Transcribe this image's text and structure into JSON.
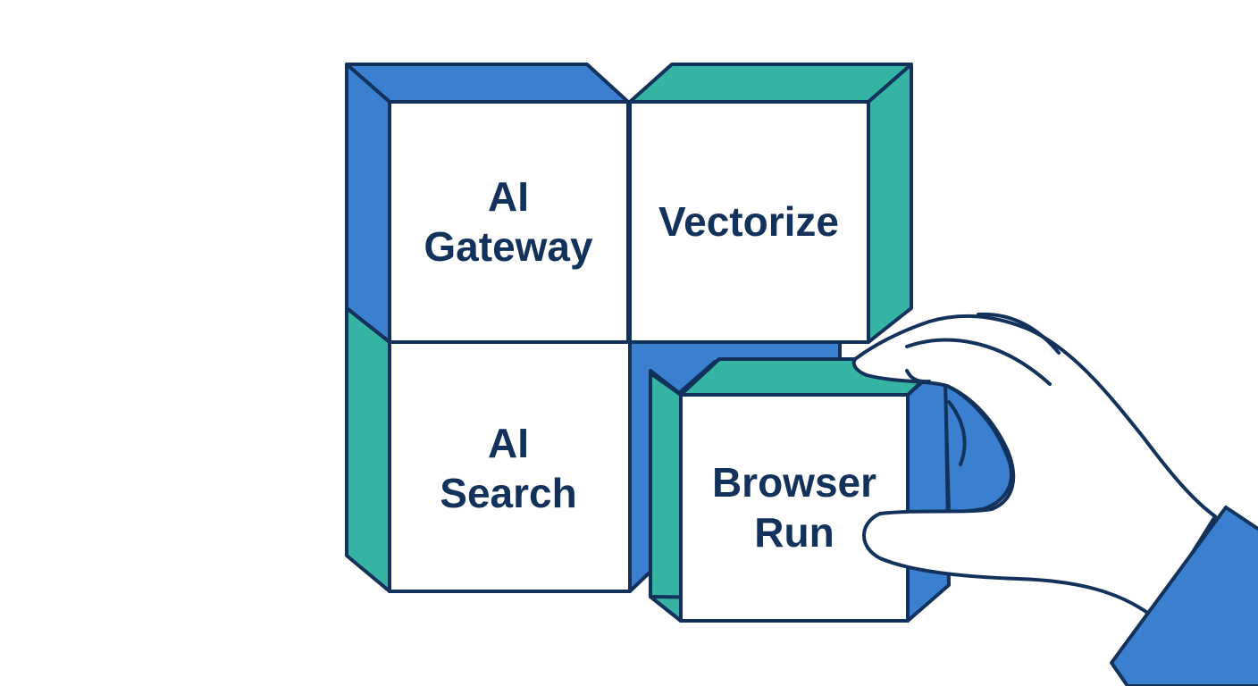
{
  "colors": {
    "blue": "#3b7fd0",
    "teal": "#35b3a3",
    "outline": "#13325b",
    "face": "#ffffff",
    "sleeve": "#3b7fd0"
  },
  "blocks": [
    {
      "id": "ai-gateway",
      "lines": [
        "AI",
        "Gateway"
      ]
    },
    {
      "id": "vectorize",
      "lines": [
        "Vectorize"
      ]
    },
    {
      "id": "ai-search",
      "lines": [
        "AI",
        "Search"
      ]
    },
    {
      "id": "browser-run",
      "lines": [
        "Browser",
        "Run"
      ]
    }
  ],
  "illustration": {
    "hand": "hand-placing-block",
    "sleeve": "blue-sleeve"
  }
}
